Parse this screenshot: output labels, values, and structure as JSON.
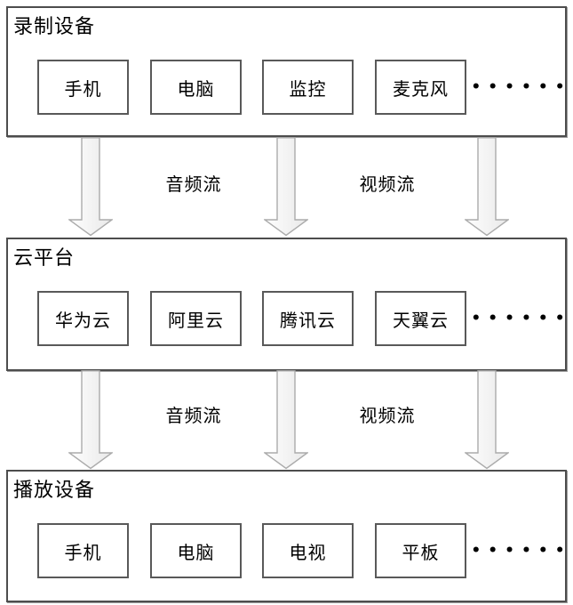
{
  "diagram": {
    "sections": [
      {
        "id": "recording-devices",
        "title": "录制设备",
        "items": [
          "手机",
          "电脑",
          "监控",
          "麦克风"
        ],
        "ellipsis": "••••••"
      },
      {
        "id": "cloud-platform",
        "title": "云平台",
        "items": [
          "华为云",
          "阿里云",
          "腾讯云",
          "天翼云"
        ],
        "ellipsis": "••••••"
      },
      {
        "id": "playback-devices",
        "title": "播放设备",
        "items": [
          "手机",
          "电脑",
          "电视",
          "平板"
        ],
        "ellipsis": "••••••"
      }
    ],
    "flows": [
      {
        "labels": [
          "音频流",
          "视频流"
        ]
      },
      {
        "labels": [
          "音频流",
          "视频流"
        ]
      }
    ],
    "colors": {
      "background": "#ffffff",
      "text": "#000000",
      "outer_border": "#4d4d4d",
      "inner_border": "#595959",
      "arrow_stroke": "#ababab",
      "arrow_fill_light": "#fefefe",
      "arrow_fill_dark": "#e9e9e9"
    }
  }
}
